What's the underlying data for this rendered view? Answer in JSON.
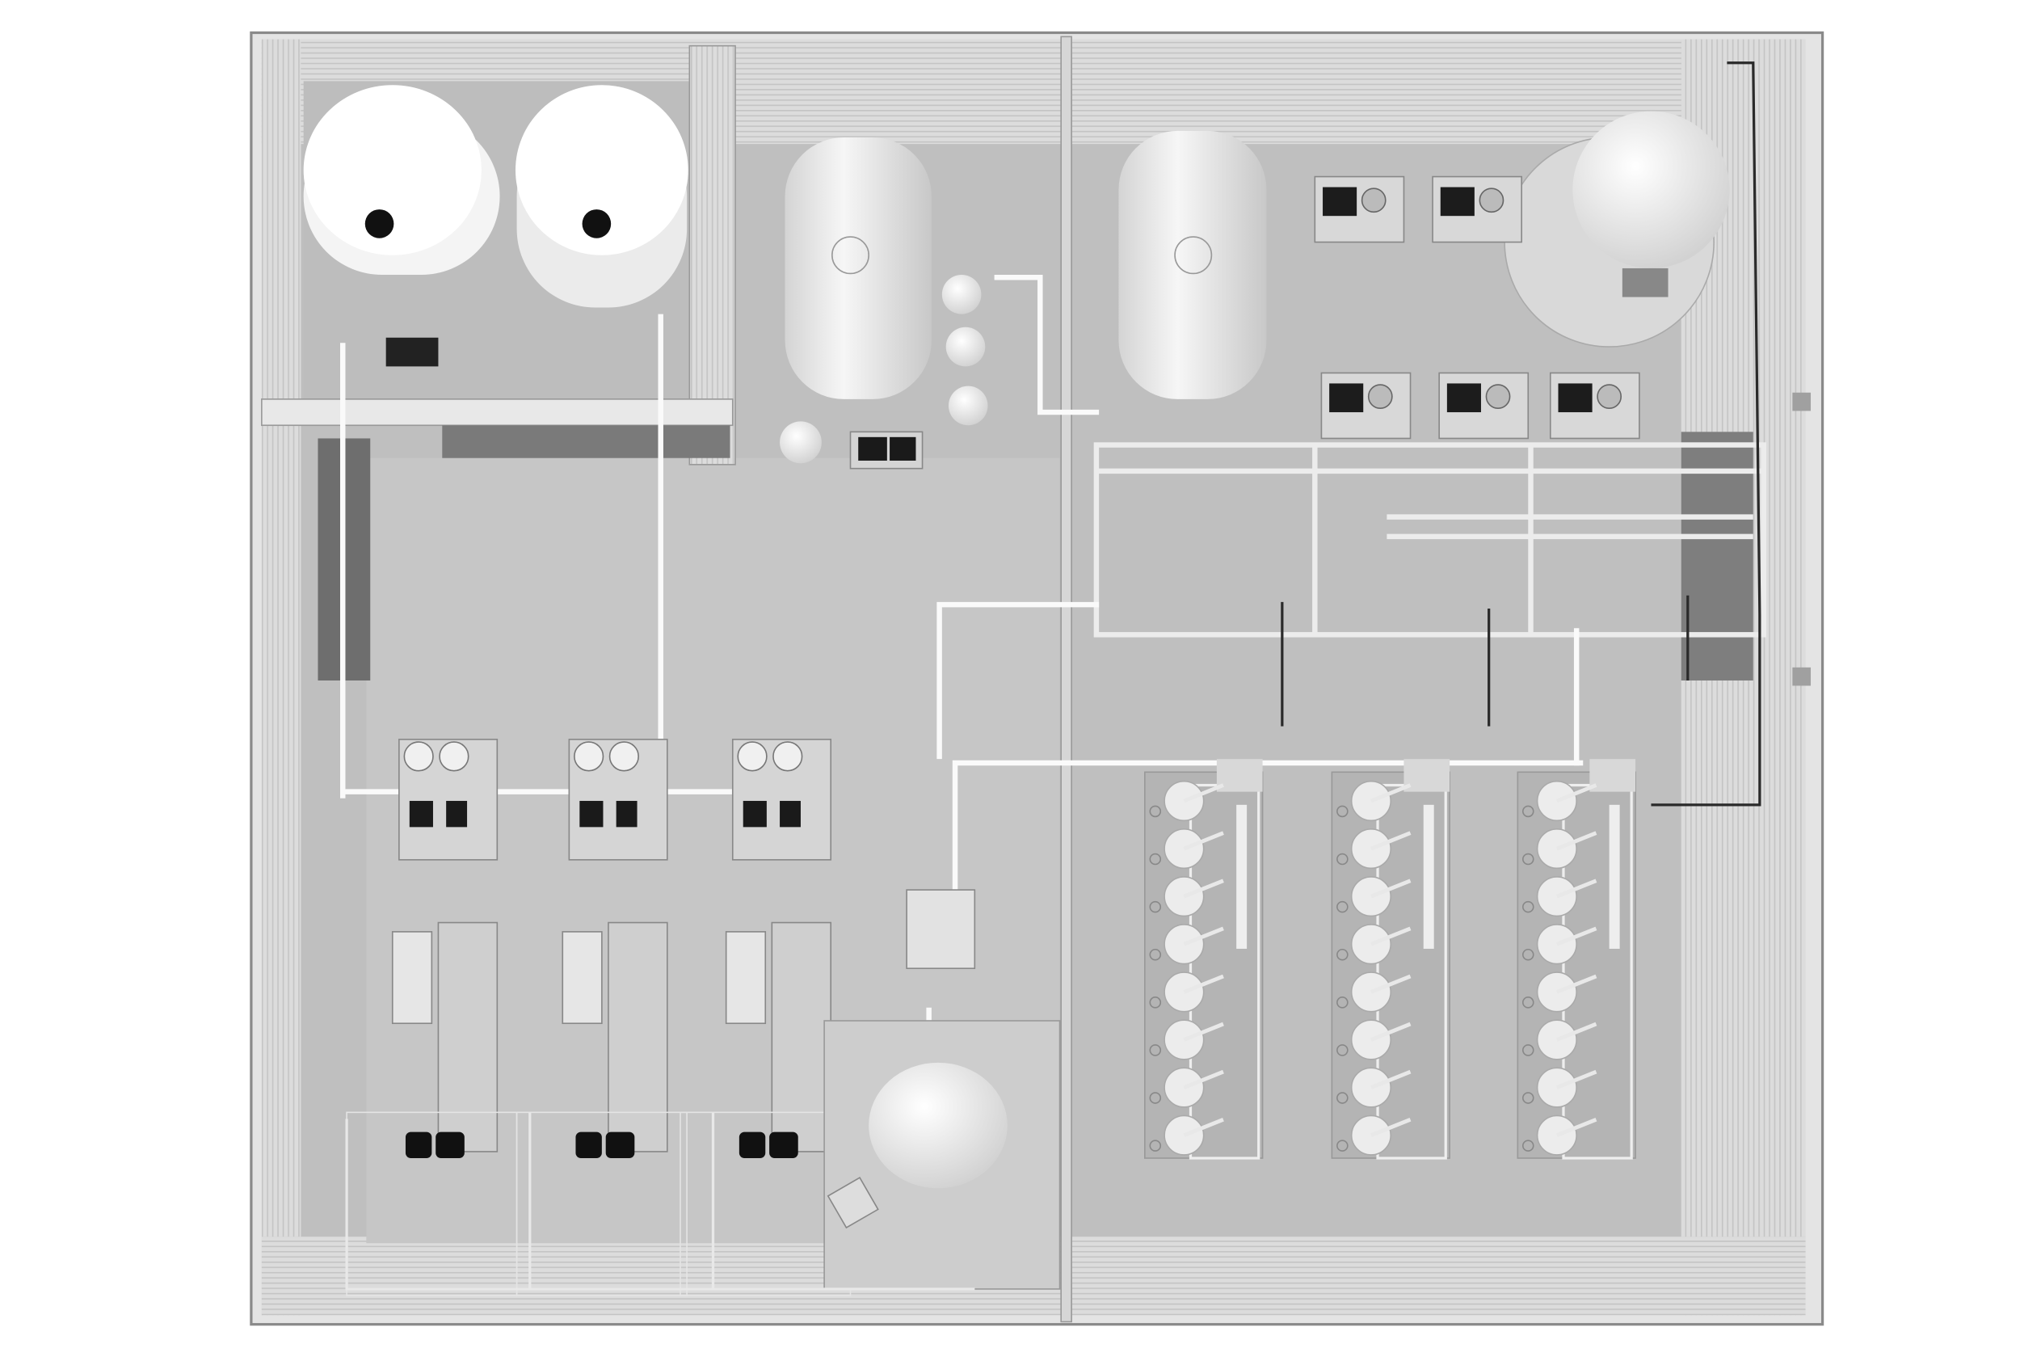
{
  "colors": {
    "background": "#ffffff",
    "wall": "#e2e2e2",
    "wall_edge": "#9a9a9a",
    "floor": "#bdbdbd",
    "floor_light": "#c9c9c9",
    "tank": "#f2f2f2",
    "tank_shade": "#d6d6d6",
    "pipe": "#f7f7f7",
    "dark_pipe": "#2a2a2a",
    "equipment_dark": "#1e1e1e"
  },
  "membrane_racks": {
    "count": 3,
    "vessels_per_rack": 8
  },
  "dosing_units": {
    "count": 3
  }
}
